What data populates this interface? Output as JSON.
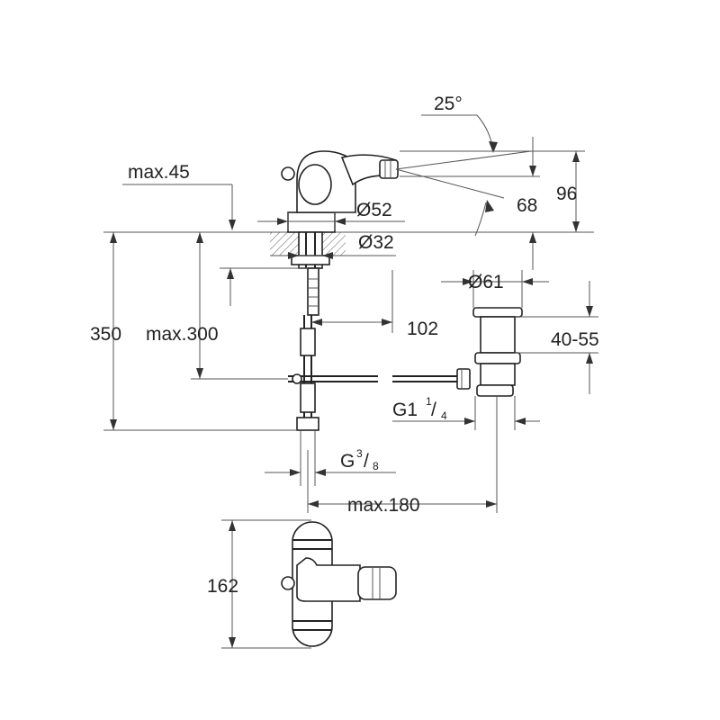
{
  "colors": {
    "line": "#222222",
    "dimension": "#555555",
    "background": "#ffffff"
  },
  "labels": {
    "angle": "25°",
    "max45": "max.45",
    "d52": "Ø52",
    "d32": "Ø32",
    "h68": "68",
    "h96": "96",
    "d61": "Ø61",
    "h350": "350",
    "max300": "max.300",
    "w102": "102",
    "r4055": "40-55",
    "g114_main": "G1",
    "g114_num": "1",
    "g114_den": "4",
    "g38_main": "G",
    "g38_num": "3",
    "g38_den": "8",
    "max180": "max.180",
    "h162": "162"
  }
}
